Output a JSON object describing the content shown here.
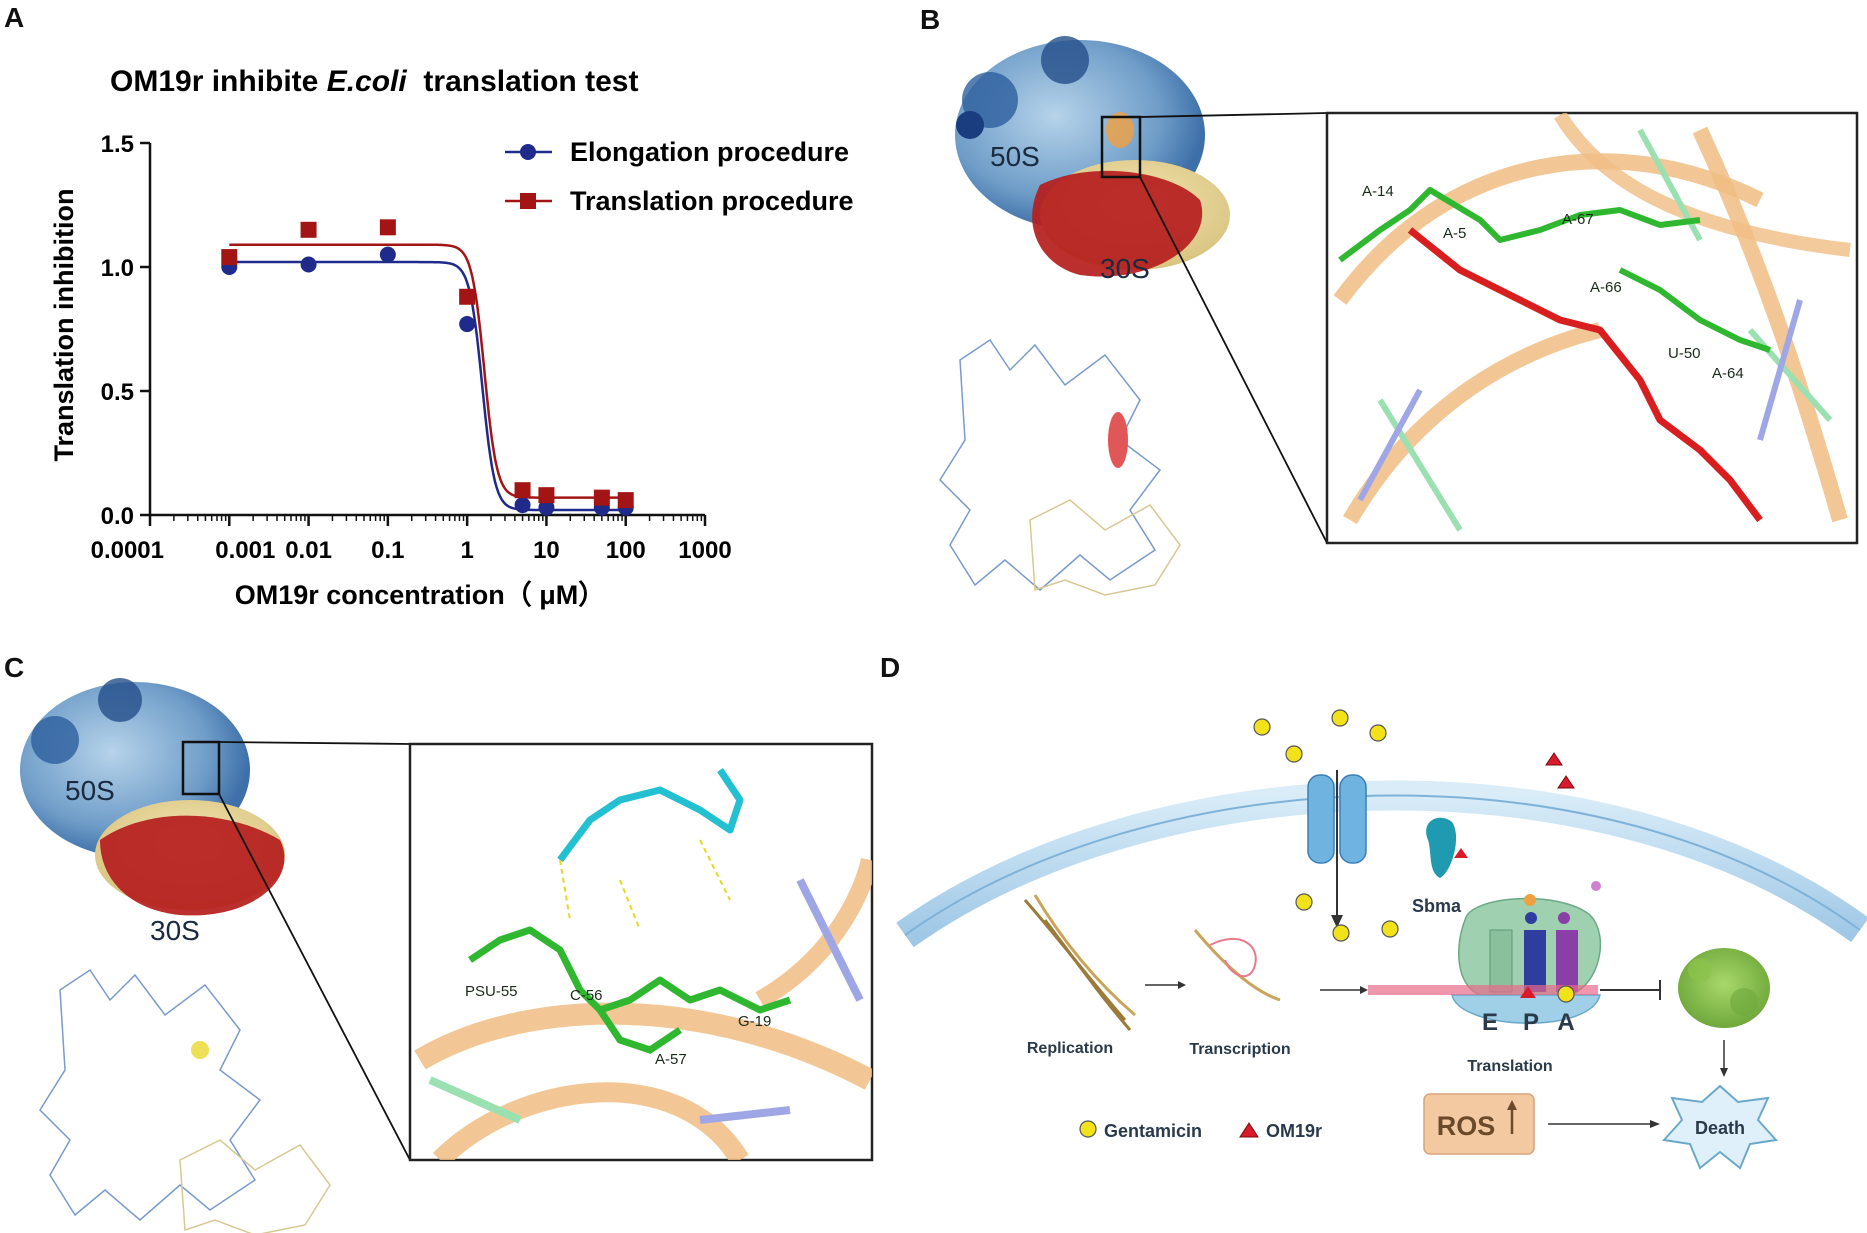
{
  "panels": {
    "a": "A",
    "b": "B",
    "c": "C",
    "d": "D"
  },
  "panel_a": {
    "title_prefix": "OM19r inhibite ",
    "title_italic": "E.coli",
    "title_suffix": "  translation test"
  },
  "chart_data": {
    "type": "scatter",
    "xlabel": "OM19r concentration（ μM）",
    "ylabel": "Translation inhibition",
    "xscale": "log",
    "xlim": [
      0.0001,
      1000
    ],
    "ylim": [
      0,
      1.5
    ],
    "x_ticks": [
      "0.0001",
      "0.001",
      "0.01",
      "0.1",
      "1",
      "10",
      "100",
      "1000"
    ],
    "y_ticks": [
      "0.0",
      "0.5",
      "1.0",
      "1.5"
    ],
    "legend_position": "top-right",
    "grid": false,
    "series": [
      {
        "name": "Elongation procedure",
        "color": "#1f2a8a",
        "marker": "circle",
        "x": [
          0.001,
          0.01,
          0.1,
          1,
          5,
          10,
          50,
          100
        ],
        "y": [
          1.0,
          1.01,
          1.05,
          0.77,
          0.04,
          0.03,
          0.03,
          0.03
        ],
        "fit": {
          "top": 1.02,
          "bottom": 0.02,
          "ec50": 1.55,
          "hill": 5.5
        }
      },
      {
        "name": "Translation procedure",
        "color": "#a31515",
        "marker": "square",
        "x": [
          0.001,
          0.01,
          0.1,
          1,
          5,
          10,
          50,
          100
        ],
        "y": [
          1.04,
          1.15,
          1.16,
          0.88,
          0.1,
          0.08,
          0.07,
          0.06
        ],
        "fit": {
          "top": 1.09,
          "bottom": 0.07,
          "ec50": 1.65,
          "hill": 5.5
        }
      }
    ]
  },
  "panel_b": {
    "subunit_large": "50S",
    "subunit_small": "30S",
    "residues": [
      "A-14",
      "A-5",
      "A-67",
      "A-66",
      "U-50",
      "A-64"
    ]
  },
  "panel_c": {
    "subunit_large": "50S",
    "subunit_small": "30S",
    "residues": [
      "PSU-55",
      "C-56",
      "A-57",
      "G-19"
    ]
  },
  "panel_d": {
    "replication": "Replication",
    "transcription": "Transcription",
    "translation": "Translation",
    "sbma": "Sbma",
    "site_e": "E",
    "site_p": "P",
    "site_a": "A",
    "ros": "ROS",
    "death": "Death",
    "legend_gentamicin": "Gentamicin",
    "legend_om19r": "OM19r",
    "colors": {
      "gentamicin": "#f2e21a",
      "om19r": "#d91a2a",
      "membrane": "#bcd9ee",
      "ribosome": "#9fd0b0",
      "ros_box": "#f3c9a2",
      "death_star": "#dff0fb",
      "cell": "#8bc34a"
    }
  }
}
